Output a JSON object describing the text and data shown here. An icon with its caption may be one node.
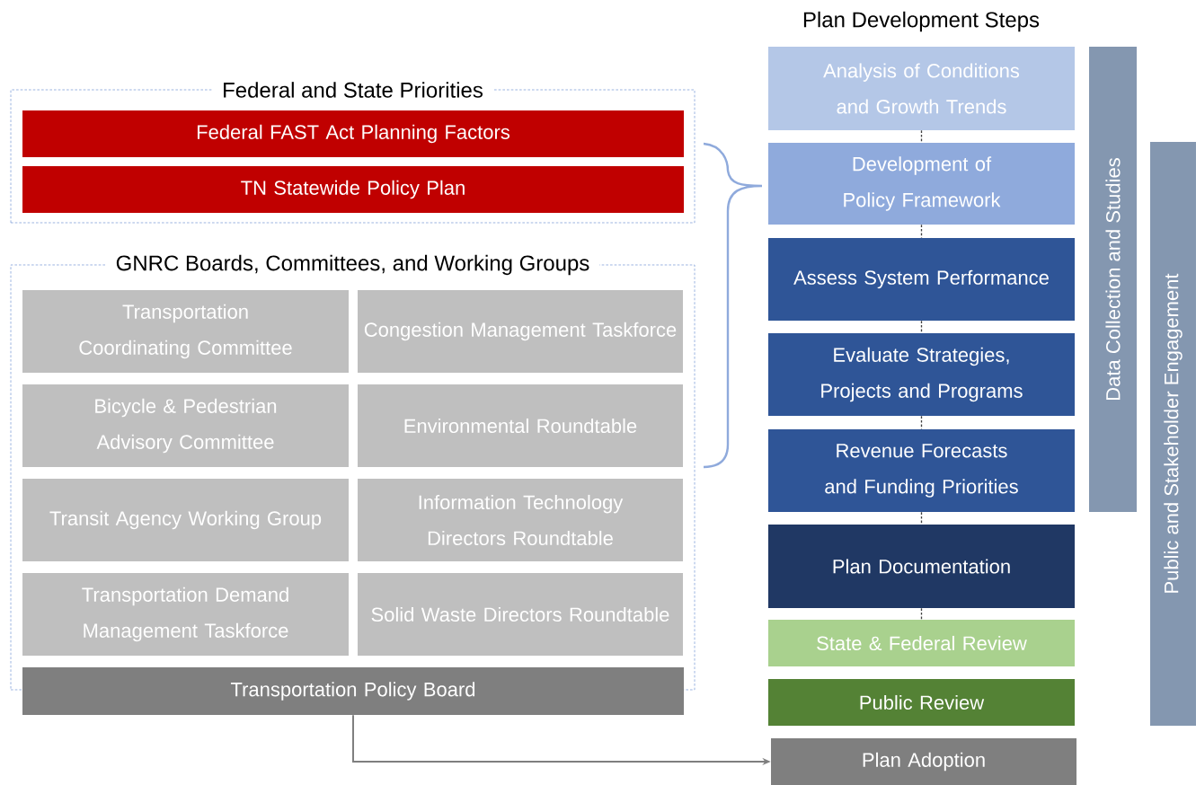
{
  "diagram": {
    "nodes": [
      {
        "text": [
          "Federal and State Priorities"
        ]
      },
      {
        "text": [
          "Federal FAST Act Planning Factors"
        ],
        "in": 0
      },
      {
        "text": [
          "TN Statewide Policy Plan"
        ],
        "in": 0
      },
      {
        "text": [
          "GNRC Boards, Committees, and Working Groups"
        ]
      },
      {
        "text": [
          "Transportation Coordinating Committee"
        ],
        "in": 3
      },
      {
        "text": [
          "Congestion Management Taskforce"
        ],
        "in": 3
      },
      {
        "text": [
          "Bicycle & Pedestrian Advisory Committee"
        ],
        "in": 3
      },
      {
        "text": [
          "Environmental Roundtable"
        ],
        "in": 3
      },
      {
        "text": [
          "Transit Agency Working Group"
        ],
        "in": 3
      },
      {
        "text": [
          "Information Technology Directors Roundtable"
        ],
        "in": 3
      },
      {
        "text": [
          "Transportation Demand Management Taskforce"
        ],
        "in": 3
      },
      {
        "text": [
          "Solid Waste Directors Roundtable"
        ],
        "in": 3
      },
      {
        "text": [
          "Transportation Policy Board"
        ]
      },
      {
        "text": [
          "Analysis of Conditions and Growth Trends"
        ]
      },
      {
        "text": [
          "Development of Policy Framework"
        ]
      },
      {
        "text": [
          "Assess System Performance"
        ]
      },
      {
        "text": [
          "Evaluate Strategies, Projects and Programs"
        ]
      },
      {
        "text": [
          "Revenue Forecasts and Funding Priorities"
        ]
      },
      {
        "text": [
          "Plan Documentation"
        ]
      },
      {
        "text": [
          "State & Federal Review"
        ]
      },
      {
        "text": [
          "Public Review"
        ]
      },
      {
        "text": [
          "Plan Adoption"
        ]
      },
      {
        "text": [
          "Data Collection and Studies"
        ]
      },
      {
        "text": [
          "Public and Stakeholder Engagement"
        ]
      }
    ],
    "edges": [
      {
        "from": 13,
        "to": 14,
        "arrow": "none",
        "style": "dashed"
      },
      {
        "from": 14,
        "to": 15,
        "arrow": "none",
        "style": "dashed"
      },
      {
        "from": 15,
        "to": 16,
        "arrow": "none",
        "style": "dashed"
      },
      {
        "from": 16,
        "to": 17,
        "arrow": "none",
        "style": "dashed"
      },
      {
        "from": 17,
        "to": 18,
        "arrow": "none",
        "style": "dashed"
      },
      {
        "from": 18,
        "to": 19,
        "arrow": "none",
        "style": "dashed"
      },
      {
        "from": 12,
        "to": 21,
        "arrow": "to",
        "color": "#7f7f7f"
      }
    ],
    "labels": [
      "Plan Development Steps"
    ]
  }
}
